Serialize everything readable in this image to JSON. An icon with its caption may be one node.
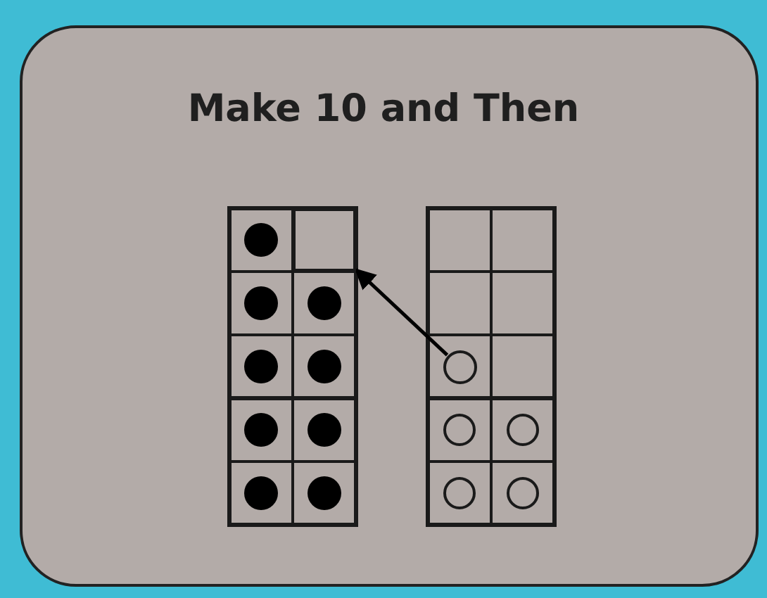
{
  "diagram": {
    "title": "Make 10 and Then",
    "nodes": [
      {
        "text": [],
        "shape": "box"
      },
      {
        "text": [],
        "shape": "circle"
      }
    ],
    "edges": [
      {
        "from": 1,
        "to": 0,
        "arrow": "to"
      }
    ]
  }
}
